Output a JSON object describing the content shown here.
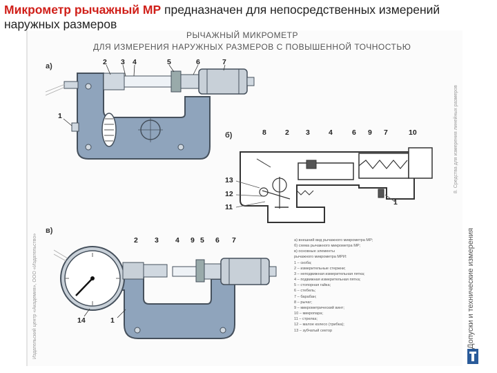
{
  "heading": {
    "bold_part": "Микрометр рычажный МР",
    "rest": " предназначен для непосредственных измерений наружных размеров"
  },
  "plate": {
    "title_line1": "РЫЧАЖНЫЙ МИКРОМЕТР",
    "title_line2": "ДЛЯ ИЗМЕРЕНИЯ НАРУЖНЫХ РАЗМЕРОВ С ПОВЫШЕННОЙ ТОЧНОСТЬЮ",
    "section_a": "а)",
    "section_b": "б)",
    "section_v": "в)",
    "right_vertical_main": "Допуски и технические измерения",
    "right_vertical_small": "8. Средства для измерения линейных размеров",
    "left_vertical_note": "Издательский центр «Академия», ООО «Издательство»"
  },
  "labels_a": [
    "1",
    "2",
    "3",
    "4",
    "5",
    "6",
    "7"
  ],
  "labels_b": [
    "8",
    "2",
    "3",
    "4",
    "6",
    "9",
    "7",
    "10",
    "13",
    "12",
    "11",
    "1"
  ],
  "labels_v": [
    "2",
    "3",
    "4",
    "9",
    "5",
    "6",
    "7",
    "14",
    "1"
  ],
  "legend": [
    "а) внешний вид рычажного микрометра МР;",
    "б) схема рычажного микрометра МР;",
    "в) основные элементы",
    "   рычажного микрометра МРИ:",
    "1 – скоба;",
    "2 – измерительные стержни;",
    "3 – неподвижная измерительная пятка;",
    "4 – подвижная измерительная пятка;",
    "5 – стопорная гайка;",
    "6 – стебель;",
    "7 – барабан;",
    "8 – рычаг;",
    "9 – микрометрический винт;",
    "10 – микропара;",
    "11 – стрелка;",
    "12 – малое колесо (трибка);",
    "13 – зубчатый сектор"
  ],
  "colors": {
    "frame_fill": "#8fa4bc",
    "frame_stroke": "#45505c",
    "accent_red": "#d0201a"
  }
}
